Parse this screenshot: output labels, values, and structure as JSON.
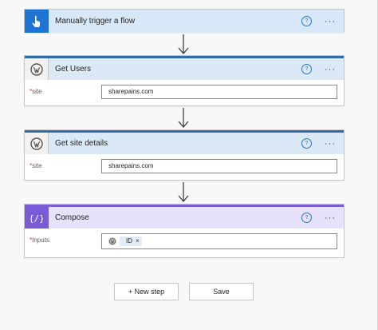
{
  "flow": {
    "trigger": {
      "title": "Manually trigger a flow",
      "help_glyph": "?",
      "more_glyph": "···"
    },
    "get_users": {
      "title": "Get Users",
      "help_glyph": "?",
      "more_glyph": "···",
      "site_label": "site",
      "site_value": "sharepains.com"
    },
    "get_site_details": {
      "title": "Get site details",
      "help_glyph": "?",
      "more_glyph": "···",
      "site_label": "site",
      "site_value": "sharepains.com"
    },
    "compose": {
      "title": "Compose",
      "help_glyph": "?",
      "more_glyph": "···",
      "inputs_label": "Inputs",
      "token_label": "ID",
      "token_remove": "×"
    }
  },
  "actions": {
    "new_step_label": "+ New step",
    "save_label": "Save"
  },
  "icons": {
    "trigger": "touch-hand-icon",
    "wordpress": "wordpress-icon",
    "compose": "curly-braces-icon"
  },
  "colors": {
    "trigger_accent": "#1d74d2",
    "action_header": "#dbe9f7",
    "compose_accent": "#7a5bd6",
    "required_mark": "#d13438"
  }
}
